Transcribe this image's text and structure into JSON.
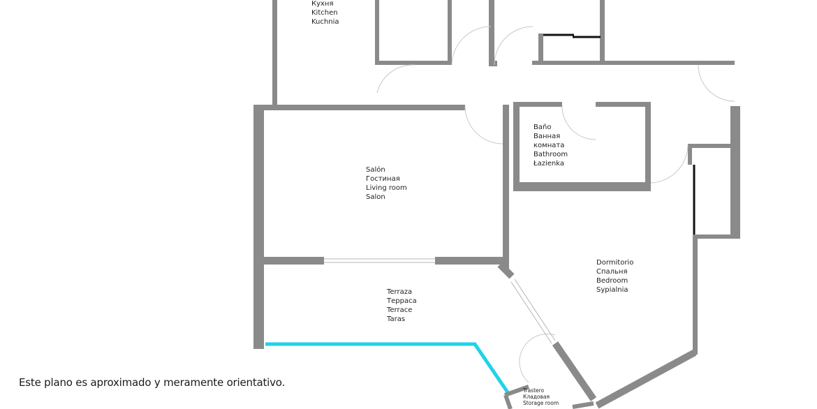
{
  "rooms": {
    "kitchen": {
      "lines": [
        "Кухня",
        "Kitchen",
        "Kuchnia"
      ]
    },
    "living_room": {
      "lines": [
        "Salón",
        "Гостиная",
        "Living room",
        "Salon"
      ]
    },
    "bathroom": {
      "lines": [
        "Baño",
        "Ванная",
        "комната",
        "Bathroom",
        "Łazienka"
      ]
    },
    "terrace": {
      "lines": [
        "Terraza",
        "Терраса",
        "Terrace",
        "Taras"
      ]
    },
    "bedroom": {
      "lines": [
        "Dormitorio",
        "Спальня",
        "Bedroom",
        "Sypialnia"
      ]
    },
    "storage": {
      "lines": [
        "Trastero",
        "Кладовая",
        "Storage room"
      ]
    }
  },
  "disclaimer": "Este plano es aproximado y meramente orientativo.",
  "colors": {
    "wall": "#8a8a8a",
    "highlight": "#1fd3e8",
    "text": "#222222"
  }
}
